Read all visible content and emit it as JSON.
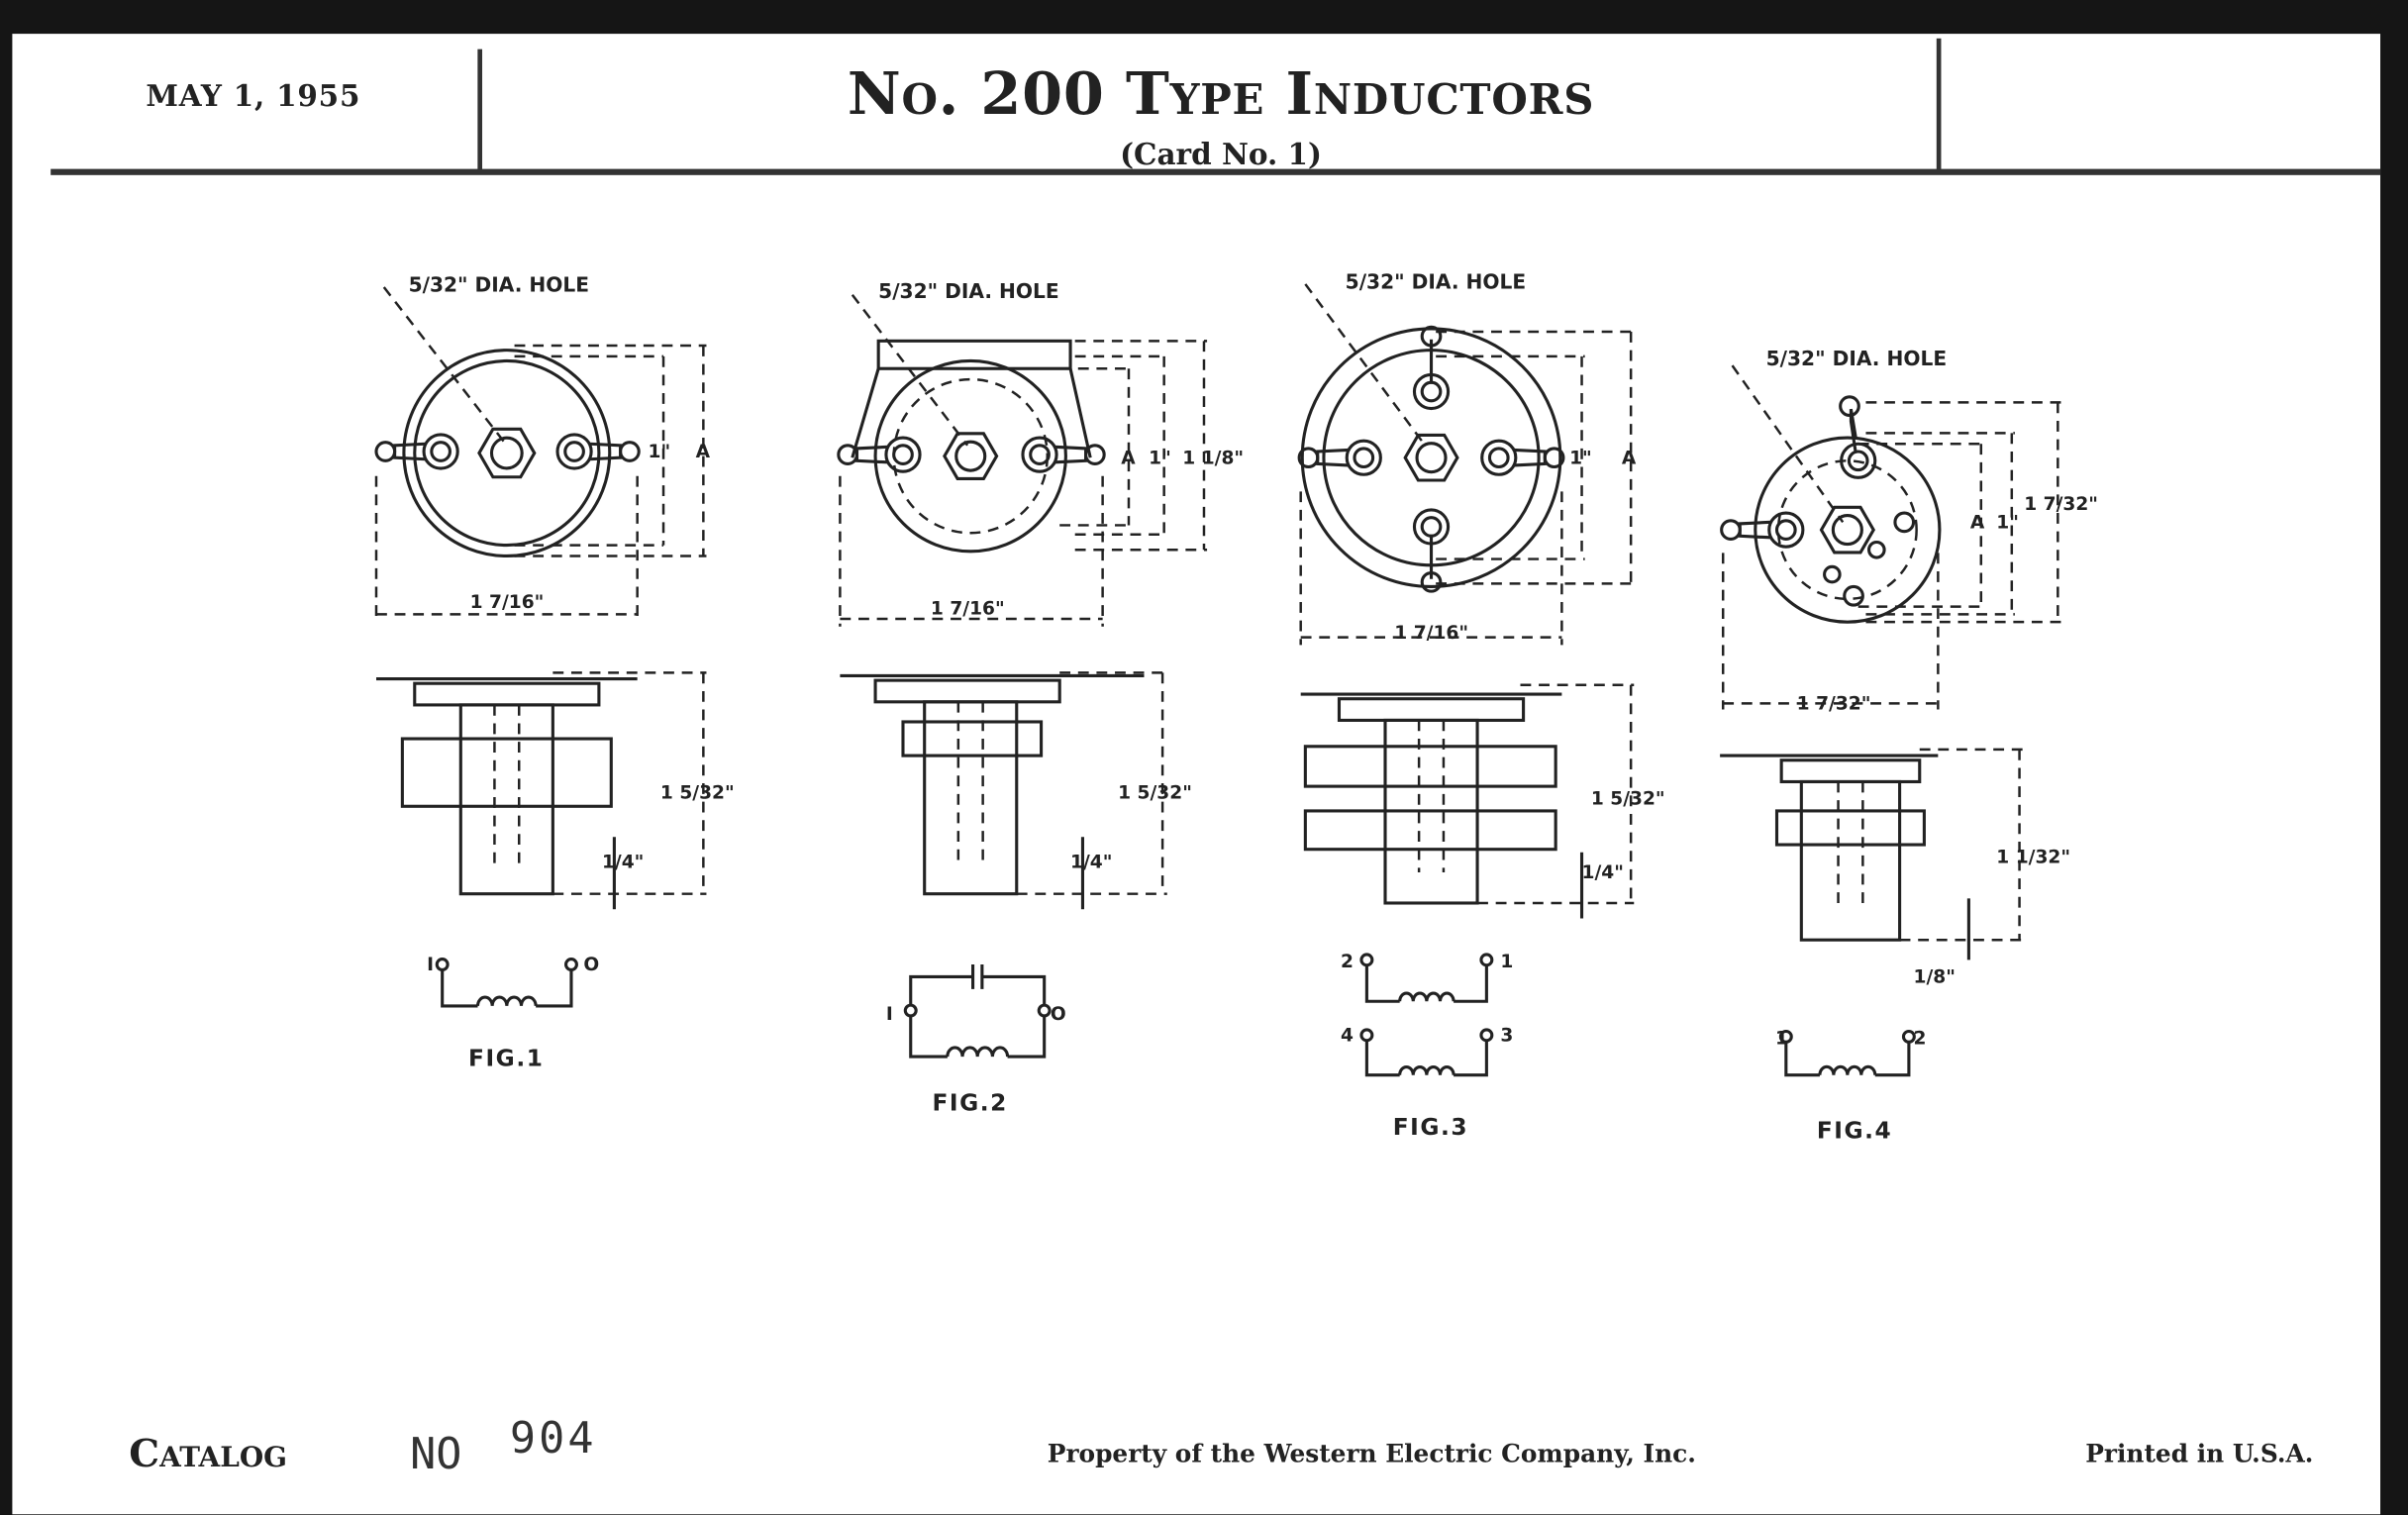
{
  "header": {
    "date": "MAY 1, 1955",
    "title": "No. 200 Type Inductors",
    "subtitle": "(Card No. 1)"
  },
  "figures": [
    {
      "label": "FIG.1",
      "hole_note": "5/32\" DIA. HOLE",
      "dims": {
        "width": "1 7/16\"",
        "inner": "1\"",
        "a": "A",
        "height": "1 5/32\"",
        "offset": "1/4\""
      },
      "terminals": [
        "I",
        "O"
      ]
    },
    {
      "label": "FIG.2",
      "hole_note": "5/32\" DIA. HOLE",
      "dims": {
        "width": "1 7/16\"",
        "inner": "1\"",
        "a": "A",
        "outer": "1 1/8\"",
        "height": "1 5/32\"",
        "offset": "1/4\""
      },
      "terminals": [
        "I",
        "O"
      ]
    },
    {
      "label": "FIG.3",
      "hole_note": "5/32\" DIA. HOLE",
      "dims": {
        "width": "1 7/16\"",
        "inner": "1\"",
        "a": "A",
        "height": "1 5/32\"",
        "offset": "1/4\""
      },
      "terminals": [
        "2",
        "1",
        "4",
        "3"
      ]
    },
    {
      "label": "FIG.4",
      "hole_note": "5/32\" DIA. HOLE",
      "dims": {
        "width": "1 7/32\"",
        "inner": "1\"",
        "a": "A",
        "outer": "1 7/32\"",
        "height": "1 1/32\"",
        "offset": "1/8\""
      },
      "terminals": [
        "1",
        "2"
      ]
    }
  ],
  "footer": {
    "catalog": "Catalog",
    "catalog_no_label": "NO",
    "catalog_no": "904",
    "property": "Property of the Western Electric Company, Inc.",
    "printed": "Printed in U.S.A."
  }
}
